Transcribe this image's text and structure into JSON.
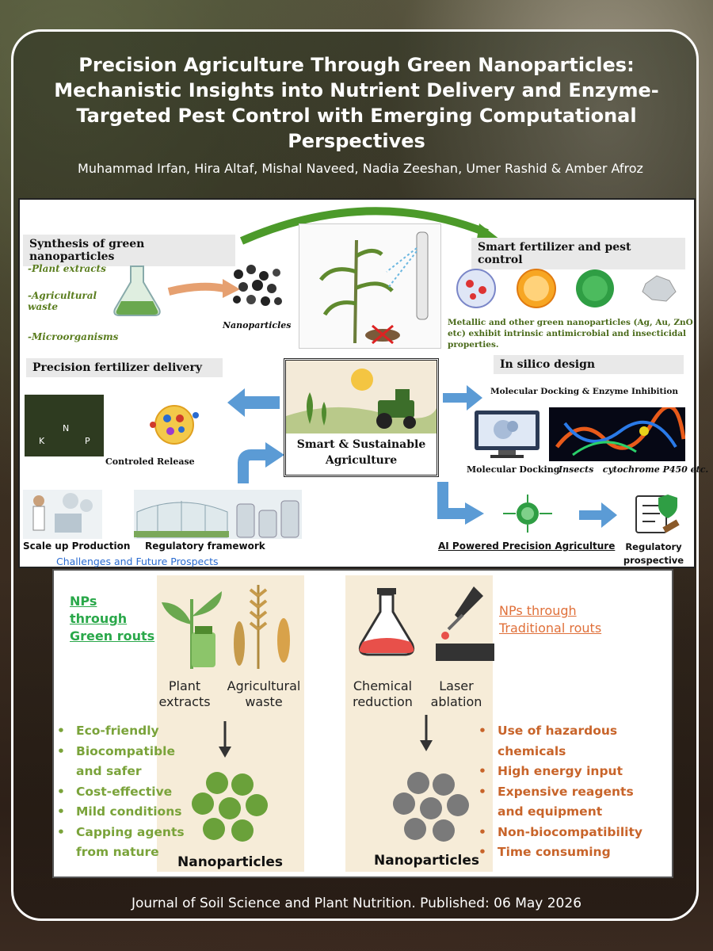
{
  "title": "Precision Agriculture Through Green Nanoparticles: Mechanistic Insights into Nutrient Delivery and Enzyme-Targeted Pest Control with Emerging Computational Perspectives",
  "authors": "Muhammad Irfan, Hira Altaf, Mishal Naveed, Nadia Zeeshan, Umer Rashid & Amber Afroz",
  "journal_line": "Journal of Soil Science and Plant Nutrition. Published: 06 May 2026",
  "abstract_top": {
    "synthesis_header": "Synthesis of green nanoparticles",
    "synthesis_sources": [
      "-Plant extracts",
      "-Agricultural waste",
      "-Microorganisms"
    ],
    "nanoparticles_label": "Nanoparticles",
    "smart_header": "Smart fertilizer and pest control",
    "smart_desc": "Metallic and other green nanoparticles (Ag, Au, ZnO etc) exhibit intrinsic antimicrobial and insecticidal properties.",
    "precision_header": "Precision fertilizer delivery",
    "controlled_release": "Controled Release",
    "npk": [
      "K",
      "N",
      "P"
    ],
    "center_label": "Smart & Sustainable Agriculture",
    "insilico_header": "In silico design",
    "docking_subheader": "Molecular Docking & Enzyme Inhibition",
    "molecular_docking": "Molecular Docking",
    "insects_cyp": "Insects   cytochrome P450 etc.",
    "scale_up": "Scale up Production",
    "regulatory_framework": "Regulatory framework",
    "challenges": "Challenges and Future Prospects",
    "ai_label": "AI Powered Precision Agriculture",
    "regulatory_prospective": "Regulatory prospective"
  },
  "comparison": {
    "green_title": "NPs through Green routs",
    "green_sources": [
      "Plant extracts",
      "Agricultural waste"
    ],
    "green_benefits": [
      "Eco-friendly",
      "Biocompatible and safer",
      "Cost-effective",
      "Mild conditions",
      "Capping agents from nature"
    ],
    "green_np_label": "Nanoparticles",
    "traditional_title": "NPs through Traditional routs",
    "traditional_sources": [
      "Chemical reduction",
      "Laser ablation"
    ],
    "traditional_drawbacks": [
      "Use of hazardous chemicals",
      "High energy input",
      "Expensive reagents and equipment",
      "Non-biocompatibility",
      "Time consuming"
    ],
    "traditional_np_label": "Nanoparticles"
  },
  "colors": {
    "green_accent": "#2aa84a",
    "green_list": "#7aa33a",
    "orange_accent": "#e0703a",
    "blue_arrow": "#5b9bd5"
  }
}
